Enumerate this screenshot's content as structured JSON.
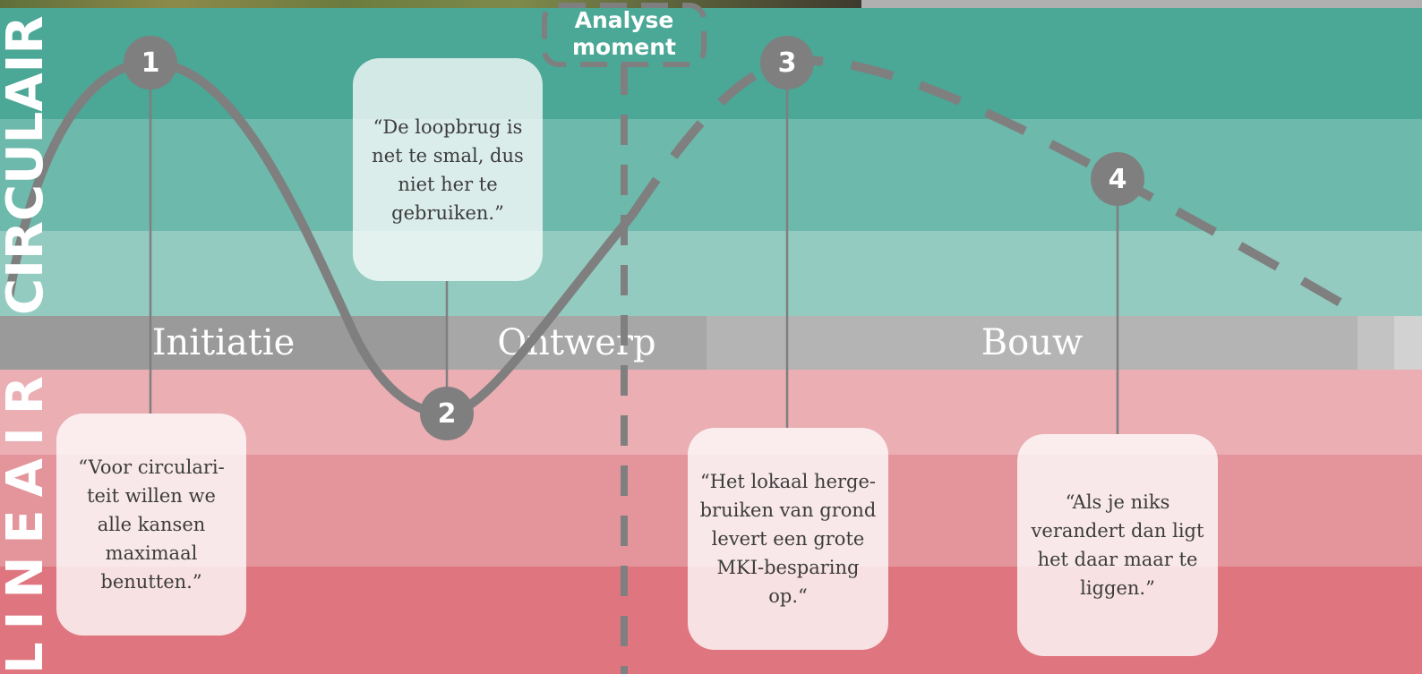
{
  "side_labels": {
    "top": "CIRCULAIR",
    "bottom": "LINEAIR"
  },
  "phases": [
    {
      "label": "Initiatie"
    },
    {
      "label": "Ontwerp"
    },
    {
      "label": "Bouw"
    }
  ],
  "analyse_label_line1": "Analyse",
  "analyse_label_line2": "moment",
  "markers": [
    "1",
    "2",
    "3",
    "4"
  ],
  "quotes": [
    {
      "text": "“De loopbrug is net te smal, dus niet her te gebruiken.”"
    },
    {
      "text": "“Voor circulari-teit willen we alle kansen maximaal benutten.”"
    },
    {
      "text": "“Het lokaal herge-bruiken van grond levert een grote MKI-besparing op.“"
    },
    {
      "text": "“Als je niks verandert dan ligt het daar maar te liggen.”"
    }
  ],
  "colors": {
    "teal_dark": "#4ba796",
    "teal_mid": "#6db9ab",
    "teal_light": "#93cbc0",
    "pink_light": "#eaaeb3",
    "pink_mid": "#e4959b",
    "pink_dark": "#df767f",
    "phase_grey_dark": "#9a9a9a",
    "phase_grey_mid": "#a7a7a7",
    "phase_grey_light": "#b4b4b4",
    "curve": "#7f7f7f"
  },
  "icons": {
    "marker": "numbered-circle-marker"
  }
}
